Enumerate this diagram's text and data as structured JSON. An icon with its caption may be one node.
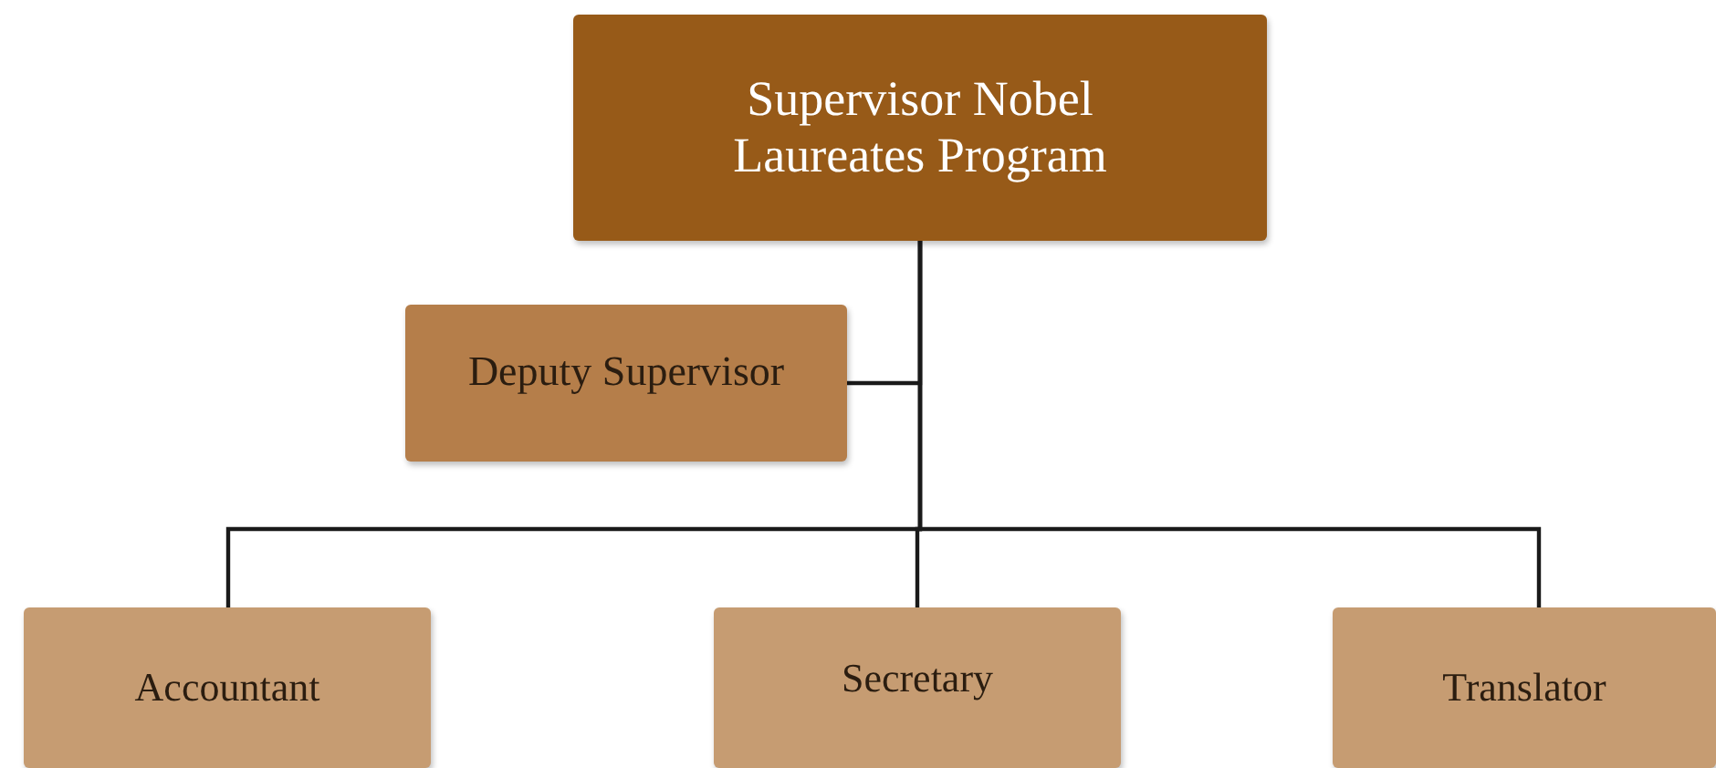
{
  "diagram": {
    "nodes": [
      {
        "text": [
          "Supervisor Nobel Laureates Program"
        ]
      },
      {
        "text": [
          "Deputy Supervisor"
        ]
      },
      {
        "text": [
          "Accountant"
        ]
      },
      {
        "text": [
          "Secretary"
        ]
      },
      {
        "text": [
          "Translator"
        ]
      }
    ],
    "edges": [
      {
        "from": 0,
        "to": 1,
        "arrow": "none"
      },
      {
        "from": 0,
        "to": 2,
        "arrow": "none"
      },
      {
        "from": 0,
        "to": 3,
        "arrow": "none"
      },
      {
        "from": 0,
        "to": 4,
        "arrow": "none"
      }
    ]
  }
}
